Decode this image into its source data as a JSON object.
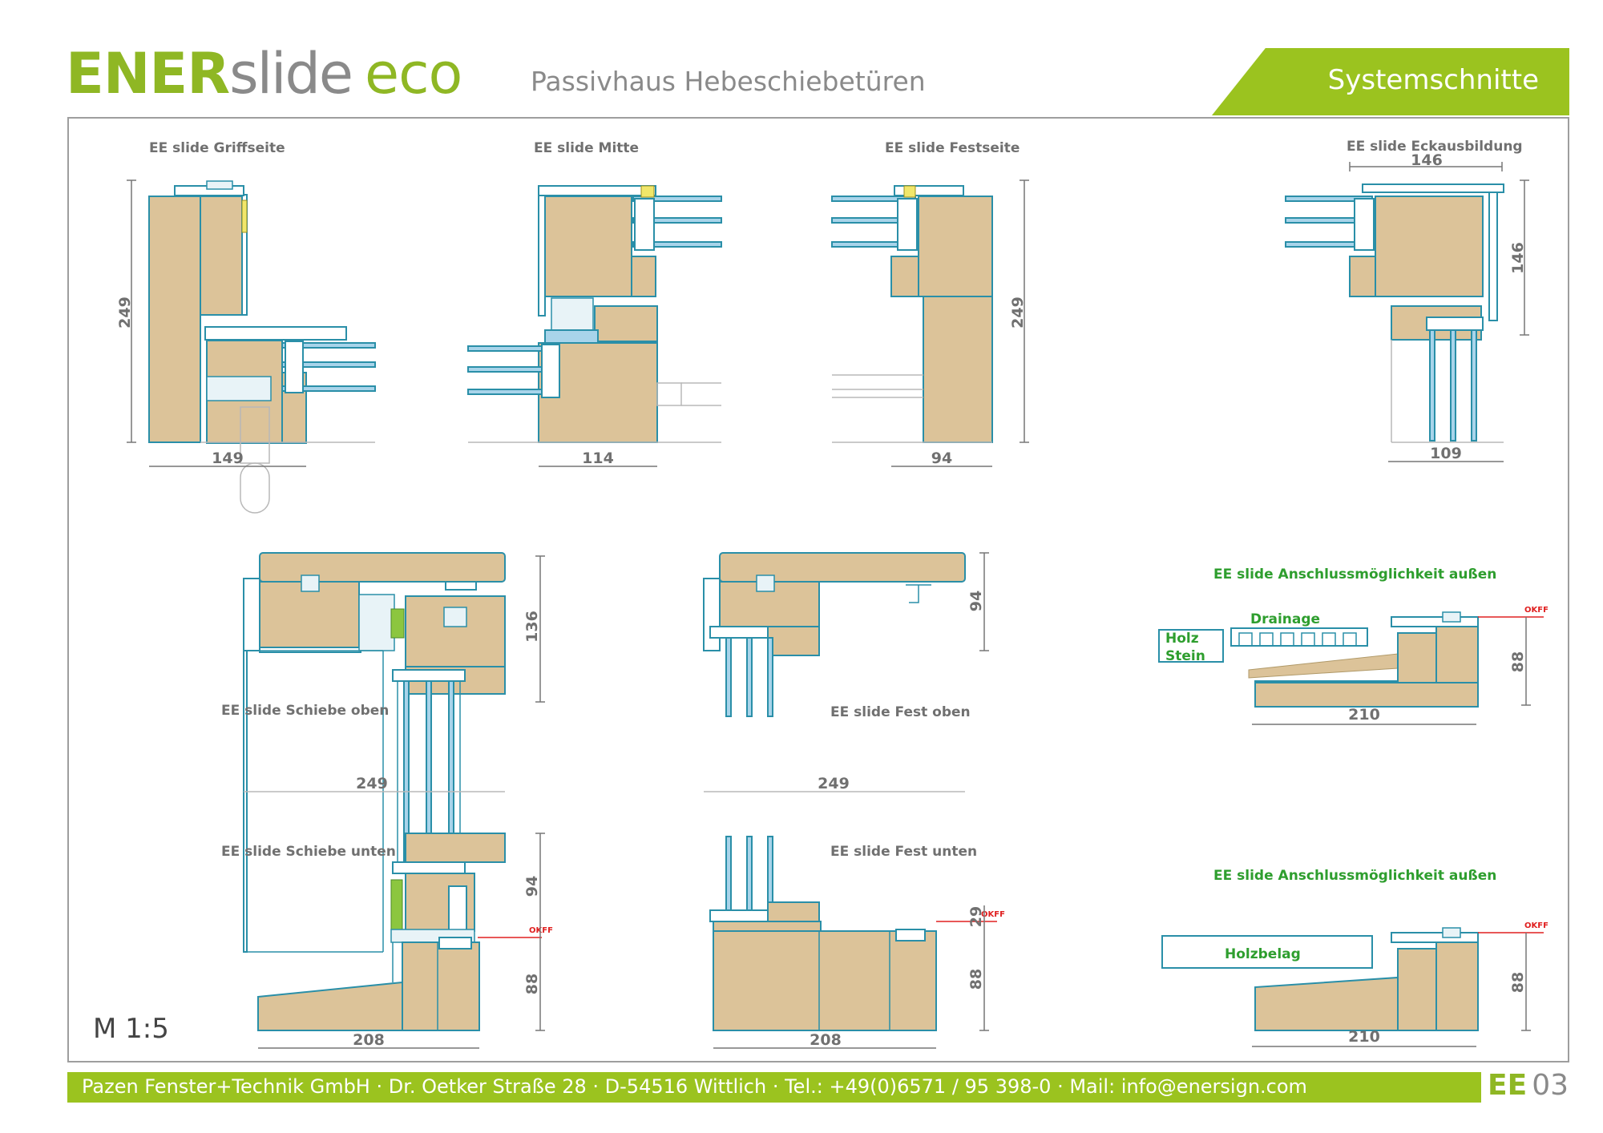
{
  "header": {
    "logo_bold": "ENER",
    "logo_light": "slide",
    "logo_suffix": "eco",
    "subtitle": "Passivhaus Hebeschiebetüren",
    "section": "Systemschnitte"
  },
  "scale_label": "M 1:5",
  "footer": {
    "address": "Pazen Fenster+Technik GmbH · Dr. Oetker Straße 28 · D-54516 Wittlich · Tel.: +49(0)6571 / 95 398-0 · Mail: info@enersign.com",
    "page_code_prefix": "EE",
    "page_code_number": "03"
  },
  "sections": {
    "griffseite": {
      "title": "EE slide Griffseite",
      "height": "249",
      "width": "149"
    },
    "mitte": {
      "title": "EE slide Mitte",
      "width": "114"
    },
    "festseite": {
      "title": "EE slide Festseite",
      "height": "249",
      "width": "94"
    },
    "eck": {
      "title": "EE slide Eckausbildung",
      "top": "146",
      "side": "146",
      "width": "109"
    },
    "schiebe": {
      "label_top": "EE slide Schiebe oben",
      "label_bottom": "EE slide Schiebe unten",
      "height_top": "136",
      "width_mid": "249",
      "height_low": "94",
      "height_sill": "88",
      "width_bottom": "208",
      "okff": "OKFF"
    },
    "fest": {
      "label_top": "EE slide Fest oben",
      "label_bottom": "EE slide Fest unten",
      "height_top": "94",
      "width_mid": "249",
      "height_low": "29",
      "height_sill": "88",
      "width_bottom": "208",
      "okff": "OKFF"
    },
    "anschluss1": {
      "title": "EE slide Anschlussmöglichkeit außen",
      "drainage": "Drainage",
      "holz": "Holz",
      "stein": "Stein",
      "okff": "OKFF",
      "height": "88",
      "width": "210"
    },
    "anschluss2": {
      "title": "EE slide Anschlussmöglichkeit außen",
      "belag": "Holzbelag",
      "okff": "OKFF",
      "height": "88",
      "width": "210"
    }
  },
  "colors": {
    "green": "#9bc31f",
    "wood": "#dcc399",
    "glass": "#a8d4ea",
    "profile": "#2a8fa8",
    "okff": "#e02020"
  }
}
